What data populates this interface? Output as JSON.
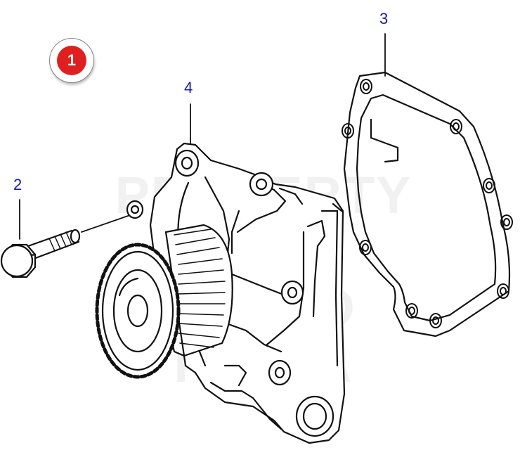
{
  "badge": {
    "label": "1",
    "color": "#e02020"
  },
  "callouts": {
    "c2": "2",
    "c3": "3",
    "c4": "4",
    "color": "#1a1aa8"
  },
  "watermark": {
    "line1": "PROPERTY OF",
    "line2": "VOLVO PENTA"
  },
  "colors": {
    "stroke": "#111111",
    "fill": "#ffffff"
  }
}
